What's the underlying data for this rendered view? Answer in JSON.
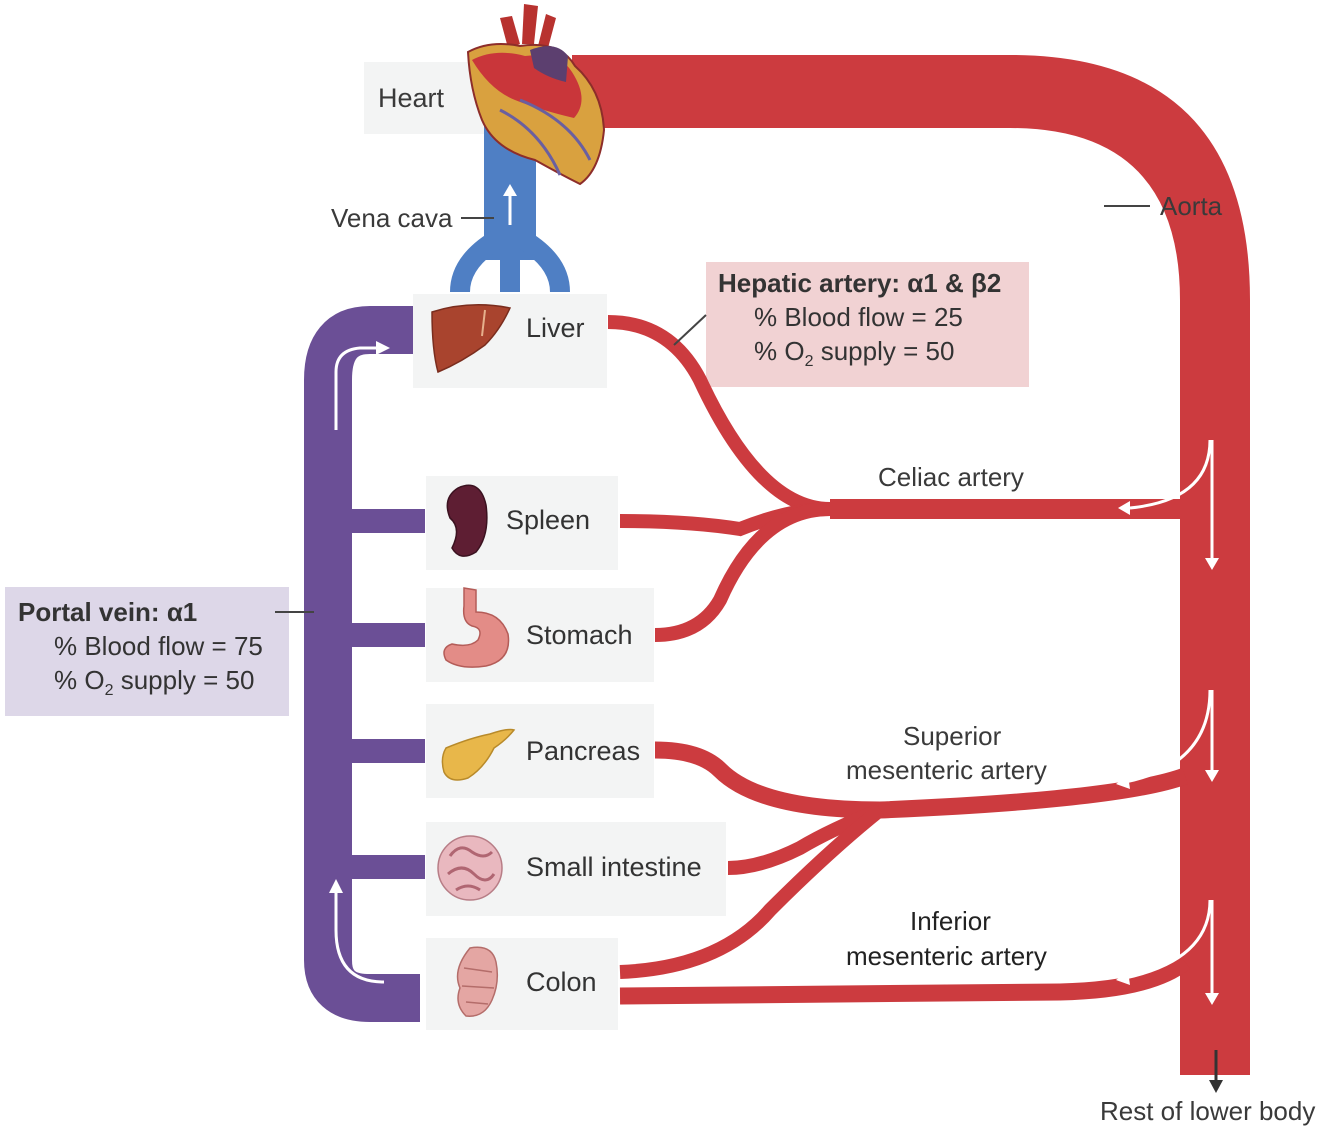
{
  "heart": {
    "label": "Heart"
  },
  "vena_cava": {
    "label": "Vena cava"
  },
  "aorta": {
    "label": "Aorta"
  },
  "rest_of_lower_body": {
    "label": "Rest of lower body"
  },
  "hepatic_artery": {
    "title": "Hepatic artery: α1 & β2",
    "blood_flow_prefix": "% Blood flow = ",
    "blood_flow_value": "25",
    "o2_prefix": "% O",
    "o2_sub": "2",
    "o2_suffix": " supply = ",
    "o2_value": "50"
  },
  "portal_vein": {
    "title": "Portal vein: α1",
    "blood_flow_prefix": "% Blood flow = ",
    "blood_flow_value": "75",
    "o2_prefix": "% O",
    "o2_sub": "2",
    "o2_suffix": " supply = ",
    "o2_value": "50"
  },
  "arteries": {
    "celiac": "Celiac artery",
    "superior_line1": "Superior",
    "superior_line2": "mesenteric artery",
    "inferior_line1": "Inferior",
    "inferior_line2": "mesenteric artery"
  },
  "organs": {
    "liver": "Liver",
    "spleen": "Spleen",
    "stomach": "Stomach",
    "pancreas": "Pancreas",
    "small_intestine": "Small intestine",
    "colon": "Colon"
  },
  "colors": {
    "artery": "#cc3b3f",
    "vena_cava": "#4f7fc4",
    "portal_vein": "#6b4f96",
    "hepatic_box": "#f1d2d3",
    "portal_box": "#ddd7e8",
    "organ_box": "#f3f4f4"
  }
}
